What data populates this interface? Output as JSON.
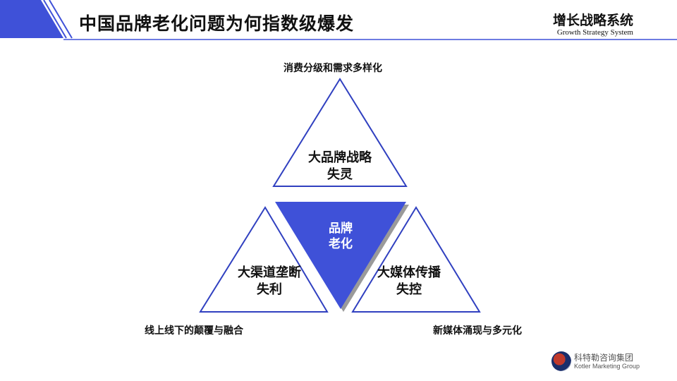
{
  "header": {
    "title": "中国品牌老化问题为何指数级爆发",
    "system_title": "增长战略系统",
    "system_subtitle": "Growth Strategy System",
    "accent_color": "#3f51d8"
  },
  "diagram": {
    "outer_labels": {
      "top": "消费分级和需求多样化",
      "bottom_left": "线上线下的颠覆与融合",
      "bottom_right": "新媒体涌现与多元化"
    },
    "inner_labels": {
      "top": [
        "大品牌战略",
        "失灵"
      ],
      "left": [
        "大渠道垄断",
        "失利"
      ],
      "right": [
        "大媒体传播",
        "失控"
      ]
    },
    "center_label": [
      "品牌",
      "老化"
    ],
    "outline_color": "#3040c0",
    "center_fill": "#3f51d8"
  },
  "logo": {
    "name_cn": "科特勒咨询集团",
    "name_en": "Kotler Marketing Group"
  }
}
